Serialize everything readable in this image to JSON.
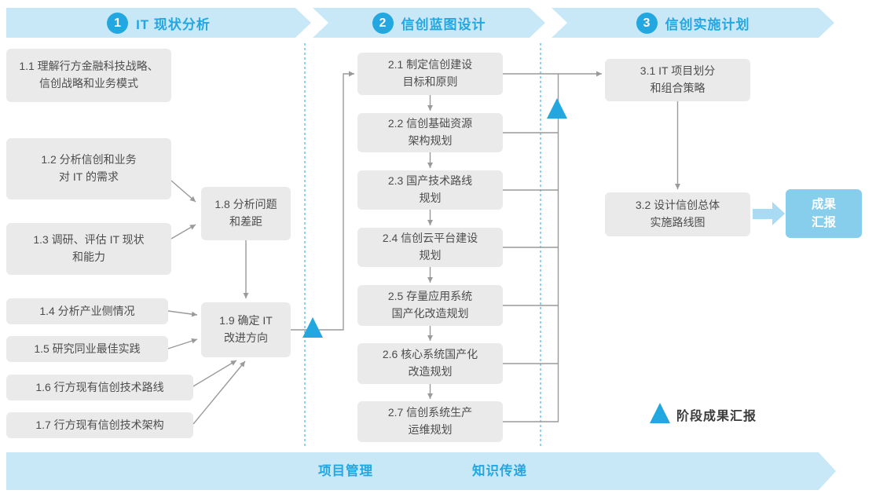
{
  "colors": {
    "banner_bg": "#c8e8f8",
    "accent_blue": "#22a7e0",
    "box_bg": "#eaeaea",
    "box_text": "#4d4d4d",
    "result_box_bg": "#87ceed",
    "fat_arrow": "#a9dbf4",
    "connector_gray": "#9a9a9a",
    "dashed_divider": "#5bc2ee"
  },
  "phases": [
    {
      "number": "1",
      "title": "IT 现状分析"
    },
    {
      "number": "2",
      "title": "信创蓝图设计"
    },
    {
      "number": "3",
      "title": "信创实施计划"
    }
  ],
  "phase1_boxes": {
    "b11": "1.1 理解行方金融科技战略、\n信创战略和业务模式",
    "b12": "1.2 分析信创和业务\n对 IT 的需求",
    "b13": "1.3 调研、评估 IT 现状\n和能力",
    "b14": "1.4 分析产业侧情况",
    "b15": "1.5 研究同业最佳实践",
    "b16": "1.6 行方现有信创技术路线",
    "b17": "1.7 行方现有信创技术架构",
    "b18": "1.8 分析问题\n和差距",
    "b19": "1.9 确定 IT\n改进方向"
  },
  "phase2_boxes": {
    "b21": "2.1 制定信创建设\n目标和原则",
    "b22": "2.2 信创基础资源\n架构规划",
    "b23": "2.3 国产技术路线\n规划",
    "b24": "2.4 信创云平台建设\n规划",
    "b25": "2.5 存量应用系统\n国产化改造规划",
    "b26": "2.6 核心系统国产化\n改造规划",
    "b27": "2.7 信创系统生产\n运维规划"
  },
  "phase3_boxes": {
    "b31": "3.1 IT 项目划分\n和组合策略",
    "b32": "3.2 设计信创总体\n实施路线图",
    "result": "成果\n汇报"
  },
  "bottom_banner": {
    "left_label": "项目管理",
    "right_label": "知识传递"
  },
  "legend": {
    "milestone_label": "阶段成果汇报"
  }
}
